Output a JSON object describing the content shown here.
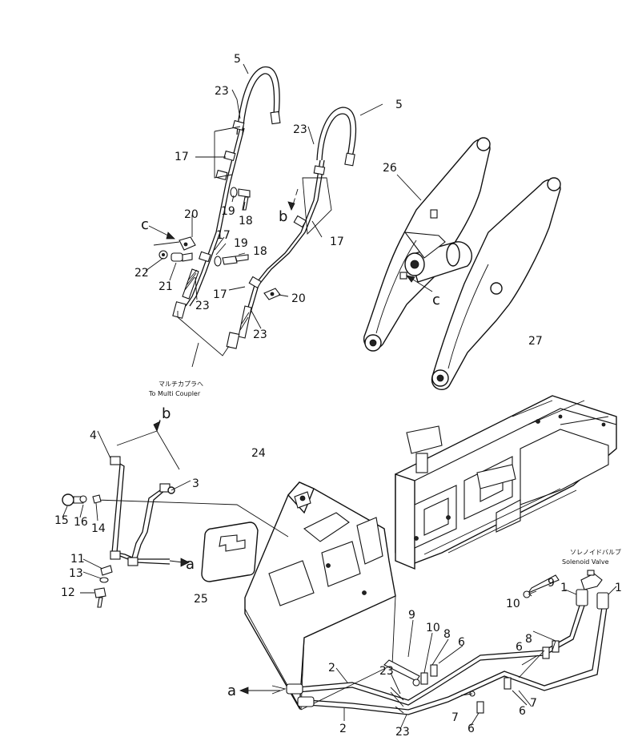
{
  "labels": {
    "n1": "1",
    "n2": "2",
    "n3": "3",
    "n4": "4",
    "n5": "5",
    "n6": "6",
    "n7": "7",
    "n8": "8",
    "n9": "9",
    "n10": "10",
    "n11": "11",
    "n12": "12",
    "n13": "13",
    "n14": "14",
    "n15": "15",
    "n16": "16",
    "n17": "17",
    "n18": "18",
    "n19": "19",
    "n20": "20",
    "n21": "21",
    "n22": "22",
    "n23": "23",
    "n24": "24",
    "n25": "25",
    "n26": "26",
    "n27": "27",
    "a": "a",
    "b": "b",
    "c": "c"
  },
  "notes": {
    "multi_coupler_jp": "マルチカプラへ",
    "multi_coupler_en": "To Multi Coupler",
    "solenoid_jp": "ソレノイドバルブ",
    "solenoid_en": "Solenoid Valve"
  }
}
